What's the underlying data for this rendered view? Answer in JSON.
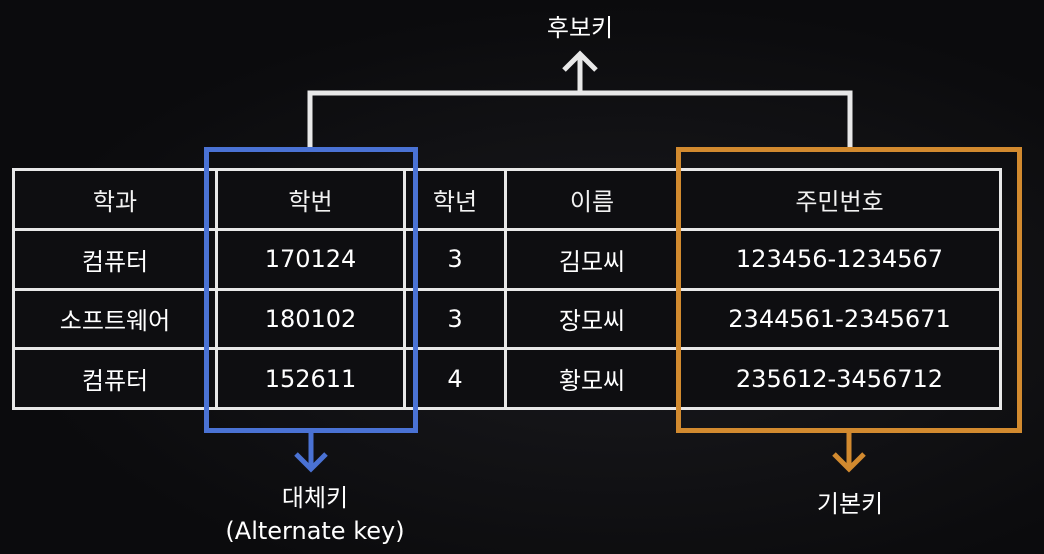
{
  "labels": {
    "candidate_key": "후보키",
    "alternate_key_line1": "대체키",
    "alternate_key_line2": "(Alternate key)",
    "primary_key": "기본키"
  },
  "table": {
    "headers": [
      "학과",
      "학번",
      "학년",
      "이름",
      "주민번호"
    ],
    "rows": [
      [
        "컴퓨터",
        "170124",
        "3",
        "김모씨",
        "123456-1234567"
      ],
      [
        "소프트웨어",
        "180102",
        "3",
        "장모씨",
        "2344561-2345671"
      ],
      [
        "컴퓨터",
        "152611",
        "4",
        "황모씨",
        "235612-3456712"
      ]
    ]
  },
  "colors": {
    "alternate_key_highlight": "#4a72d4",
    "primary_key_highlight": "#d28a2f",
    "connector": "#e8e8e8"
  }
}
